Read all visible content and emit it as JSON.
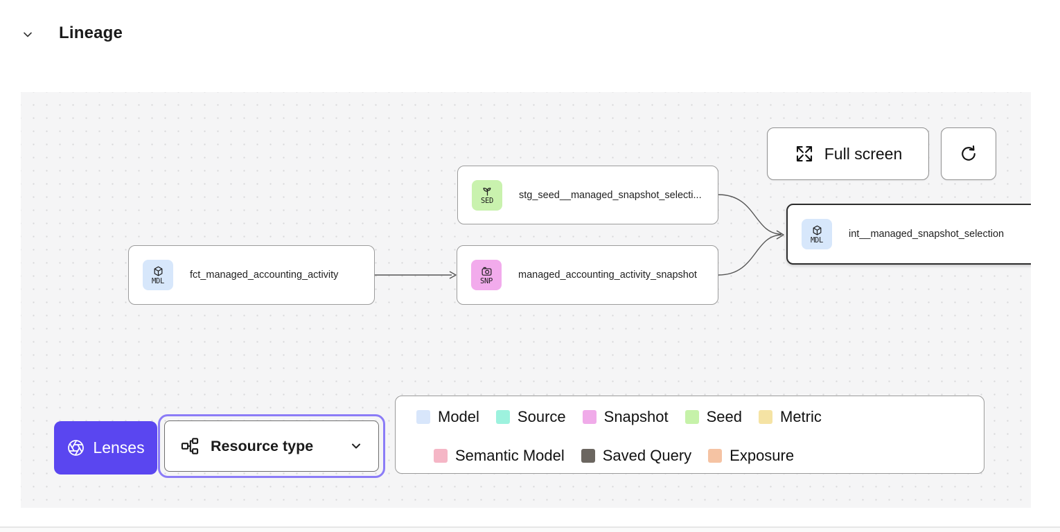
{
  "header": {
    "title": "Lineage"
  },
  "toolbar": {
    "fullscreen_label": "Full screen"
  },
  "nodes": {
    "seed": {
      "badge": "SED",
      "label": "stg_seed__managed_snapshot_selecti...",
      "color": "#c9f2ae"
    },
    "fct": {
      "badge": "MDL",
      "label": "fct_managed_accounting_activity",
      "color": "#d7e7fb"
    },
    "snapshot": {
      "badge": "SNP",
      "label": "managed_accounting_activity_snapshot",
      "color": "#f2abec"
    },
    "int": {
      "badge": "MDL",
      "label": "int__managed_snapshot_selection",
      "color": "#d7e7fb"
    }
  },
  "controls": {
    "lenses_label": "Lenses",
    "resource_type_label": "Resource type"
  },
  "legend": {
    "items": [
      {
        "label": "Model",
        "color": "#d8e6fb"
      },
      {
        "label": "Source",
        "color": "#9df2de"
      },
      {
        "label": "Snapshot",
        "color": "#f0abe9"
      },
      {
        "label": "Seed",
        "color": "#c6f2a9"
      },
      {
        "label": "Metric",
        "color": "#f5e3a4"
      },
      {
        "label": "Semantic Model",
        "color": "#f5b6c6"
      },
      {
        "label": "Saved Query",
        "color": "#6b6660"
      },
      {
        "label": "Exposure",
        "color": "#f5c3a3"
      }
    ]
  },
  "colors": {
    "accent_purple": "#5a46f0",
    "focus_ring": "#8b7cf7",
    "selected_border": "#2c2c2c"
  }
}
